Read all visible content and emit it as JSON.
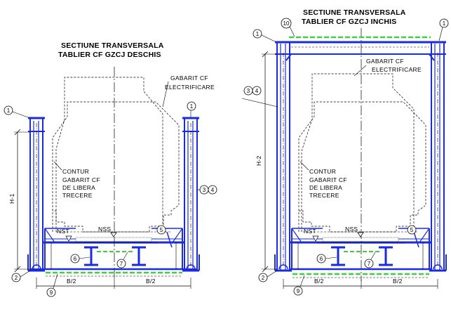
{
  "left_section": {
    "title_line1": "SECTIUNE TRANSVERSALA",
    "title_line2": "TABLIER CF GZCJ DESCHIS",
    "gabarit_electrificare": [
      "GABARIT CF",
      "ELECTRIFICARE"
    ],
    "contur": [
      "CONTUR",
      "GABARIT CF",
      "DE LIBERA",
      "TRECERE"
    ],
    "nst": "NST",
    "nss": "NSS",
    "height_label": "H-1",
    "half_width_left": "B/2",
    "half_width_right": "B/2",
    "balloons": [
      "1",
      "1",
      "2",
      "3",
      "4",
      "5",
      "6",
      "7",
      "9"
    ]
  },
  "right_section": {
    "title_line1": "SECTIUNE TRANSVERSALA",
    "title_line2": "TABLIER CF GZCJ INCHIS",
    "gabarit_electrificare": [
      "GABARIT CF",
      "ELECTRIFICARE"
    ],
    "contur": [
      "CONTUR",
      "GABARIT CF",
      "DE LIBERA",
      "TRECERE"
    ],
    "nst": "NST",
    "nss": "NSS",
    "height_label": "H-2",
    "half_width_left": "B/2",
    "half_width_right": "B/2",
    "balloons": [
      "1",
      "1",
      "10",
      "3",
      "4",
      "5",
      "6",
      "7",
      "2",
      "9"
    ]
  },
  "colors": {
    "steel": "#1a2bdc",
    "deck": "#3ed13e",
    "line": "#000000"
  }
}
